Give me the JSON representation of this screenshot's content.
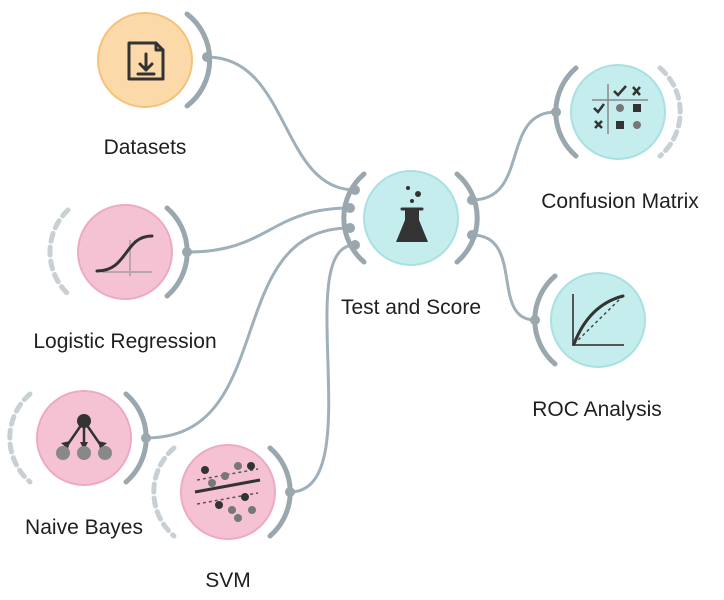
{
  "canvas": {
    "background": "#ffffff"
  },
  "colors": {
    "link": "#9fb0ba",
    "port_arc": "#9aa7ae",
    "inactive_arc": "#c9d0d4",
    "orange_fill": "#fcd9a8",
    "orange_stroke": "#f7c27a",
    "pink_fill": "#f5c2d4",
    "pink_stroke": "#eeaac2",
    "cyan_fill": "#c5eded",
    "cyan_stroke": "#a8e1e2",
    "icon": "#333333"
  },
  "nodes": {
    "datasets": {
      "label": "Datasets",
      "icon": "file-download-icon",
      "color": "orange"
    },
    "logistic_regression": {
      "label": "Logistic Regression",
      "icon": "sigmoid-curve-icon",
      "color": "pink"
    },
    "naive_bayes": {
      "label": "Naive Bayes",
      "icon": "bayes-network-icon",
      "color": "pink"
    },
    "svm": {
      "label": "SVM",
      "icon": "svm-scatter-icon",
      "color": "pink"
    },
    "test_and_score": {
      "label": "Test and Score",
      "icon": "flask-icon",
      "color": "cyan"
    },
    "confusion_matrix": {
      "label": "Confusion Matrix",
      "icon": "confusion-matrix-icon",
      "color": "cyan"
    },
    "roc_analysis": {
      "label": "ROC Analysis",
      "icon": "roc-curve-icon",
      "color": "cyan"
    }
  },
  "links": [
    {
      "from": "Datasets",
      "to": "Test and Score"
    },
    {
      "from": "Logistic Regression",
      "to": "Test and Score"
    },
    {
      "from": "Naive Bayes",
      "to": "Test and Score"
    },
    {
      "from": "SVM",
      "to": "Test and Score"
    },
    {
      "from": "Test and Score",
      "to": "Confusion Matrix"
    },
    {
      "from": "Test and Score",
      "to": "ROC Analysis"
    }
  ]
}
